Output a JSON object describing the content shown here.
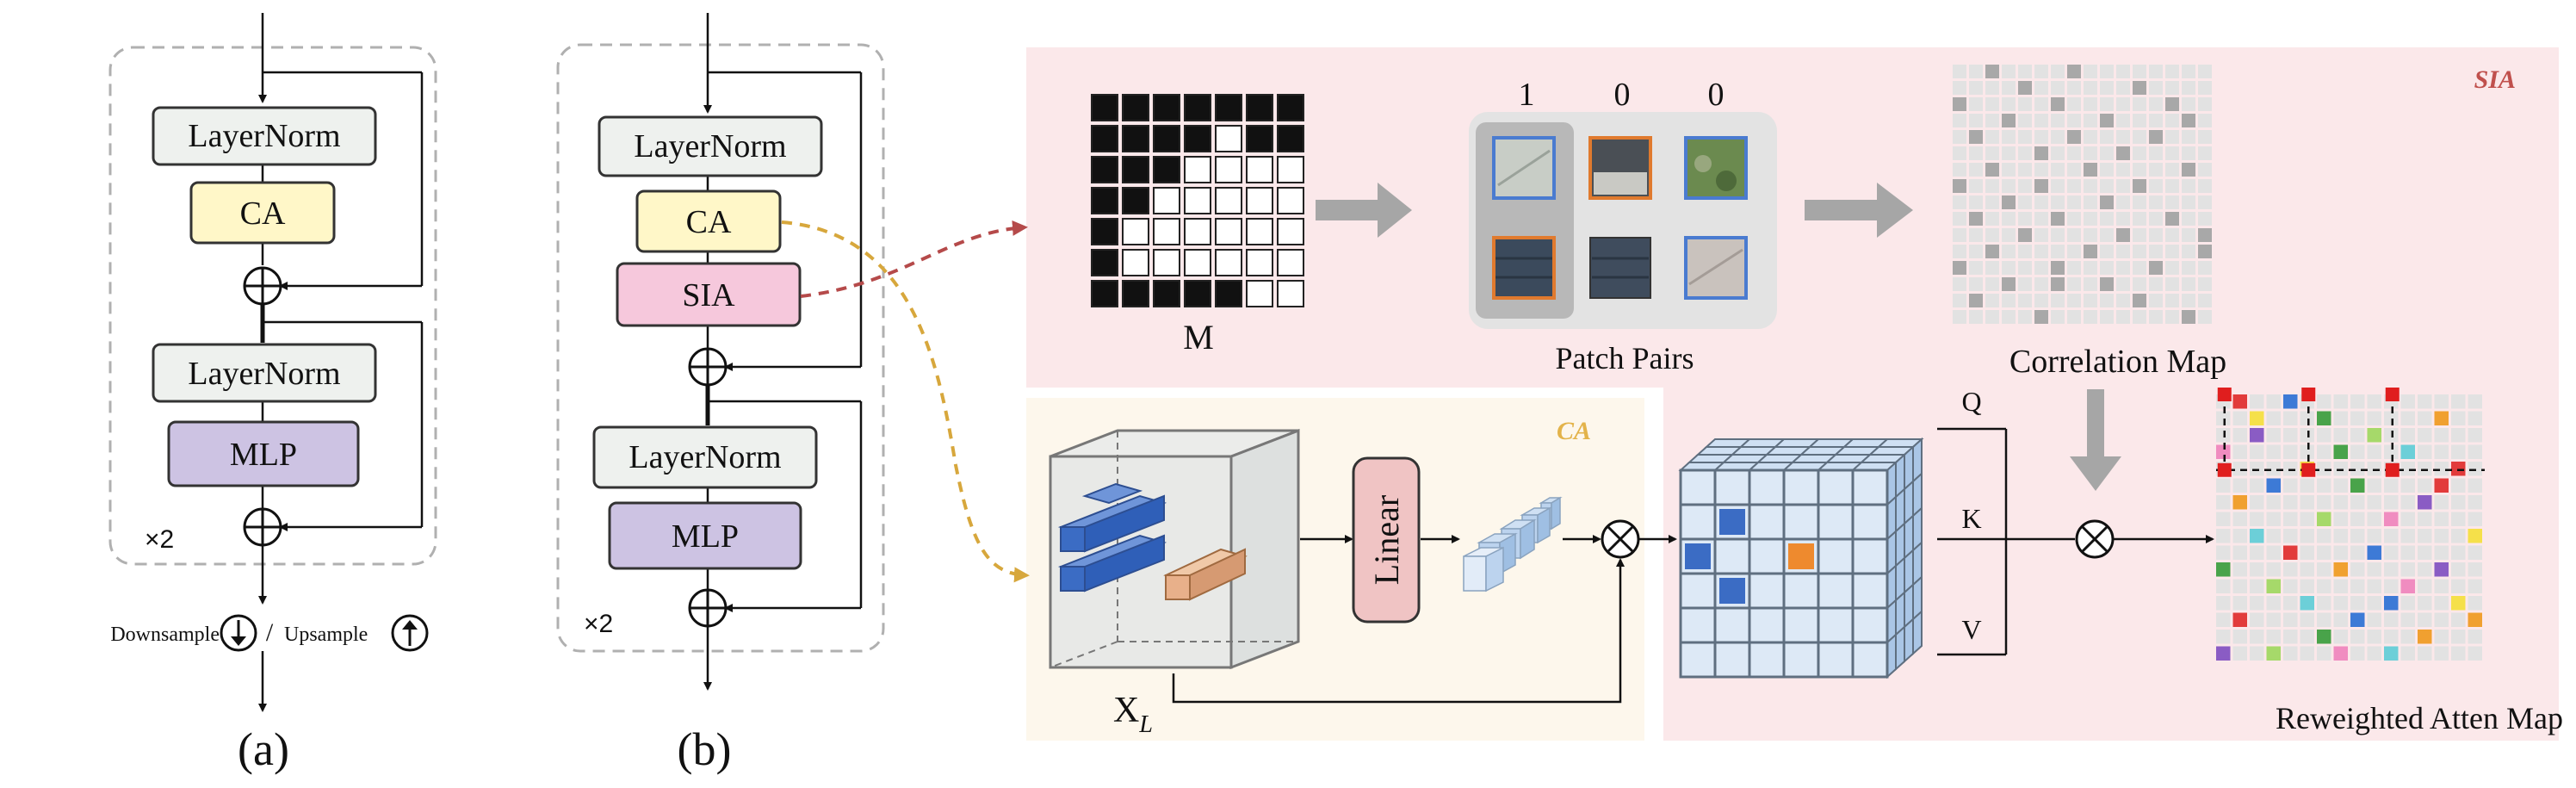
{
  "panel_a": {
    "layernorm_top": "LayerNorm",
    "ca": "CA",
    "layernorm_bottom": "LayerNorm",
    "mlp": "MLP",
    "repeat": "×2",
    "downsample": "Downsample",
    "slash": "/",
    "upsample": "Upsample",
    "caption": "(a)"
  },
  "panel_b": {
    "layernorm_top": "LayerNorm",
    "ca": "CA",
    "sia": "SIA",
    "layernorm_bottom": "LayerNorm",
    "mlp": "MLP",
    "repeat": "×2",
    "caption": "(b)"
  },
  "sia": {
    "region_label": "SIA",
    "mask_label": "M",
    "mask_grid": [
      [
        1,
        1,
        1,
        1,
        1,
        1,
        1
      ],
      [
        1,
        1,
        1,
        1,
        0,
        1,
        1
      ],
      [
        1,
        1,
        1,
        0,
        0,
        0,
        0
      ],
      [
        1,
        1,
        0,
        0,
        0,
        0,
        0
      ],
      [
        1,
        0,
        0,
        0,
        0,
        0,
        0
      ],
      [
        1,
        0,
        0,
        0,
        0,
        0,
        0
      ],
      [
        1,
        1,
        1,
        1,
        1,
        0,
        0
      ]
    ],
    "patch_values": [
      "1",
      "0",
      "0"
    ],
    "patch_pairs_label": "Patch Pairs",
    "correlation_label": "Correlation Map",
    "reweighted_label": "Reweighted Atten Map",
    "q": "Q",
    "k": "K",
    "v": "V"
  },
  "ca": {
    "region_label": "CA",
    "linear": "Linear",
    "input_label": "X",
    "input_sub": "L"
  },
  "colors": {
    "sia_bg": "#fbe8ea",
    "ca_bg": "#fdf7ec",
    "layernorm": "#eef1ee",
    "ca_block": "#fff7c8",
    "sia_block": "#f6c8dc",
    "mlp": "#cdc3e3",
    "linear": "#f0c4c4",
    "dashed_gold": "#d7a73c",
    "dashed_red": "#b54a4a"
  }
}
